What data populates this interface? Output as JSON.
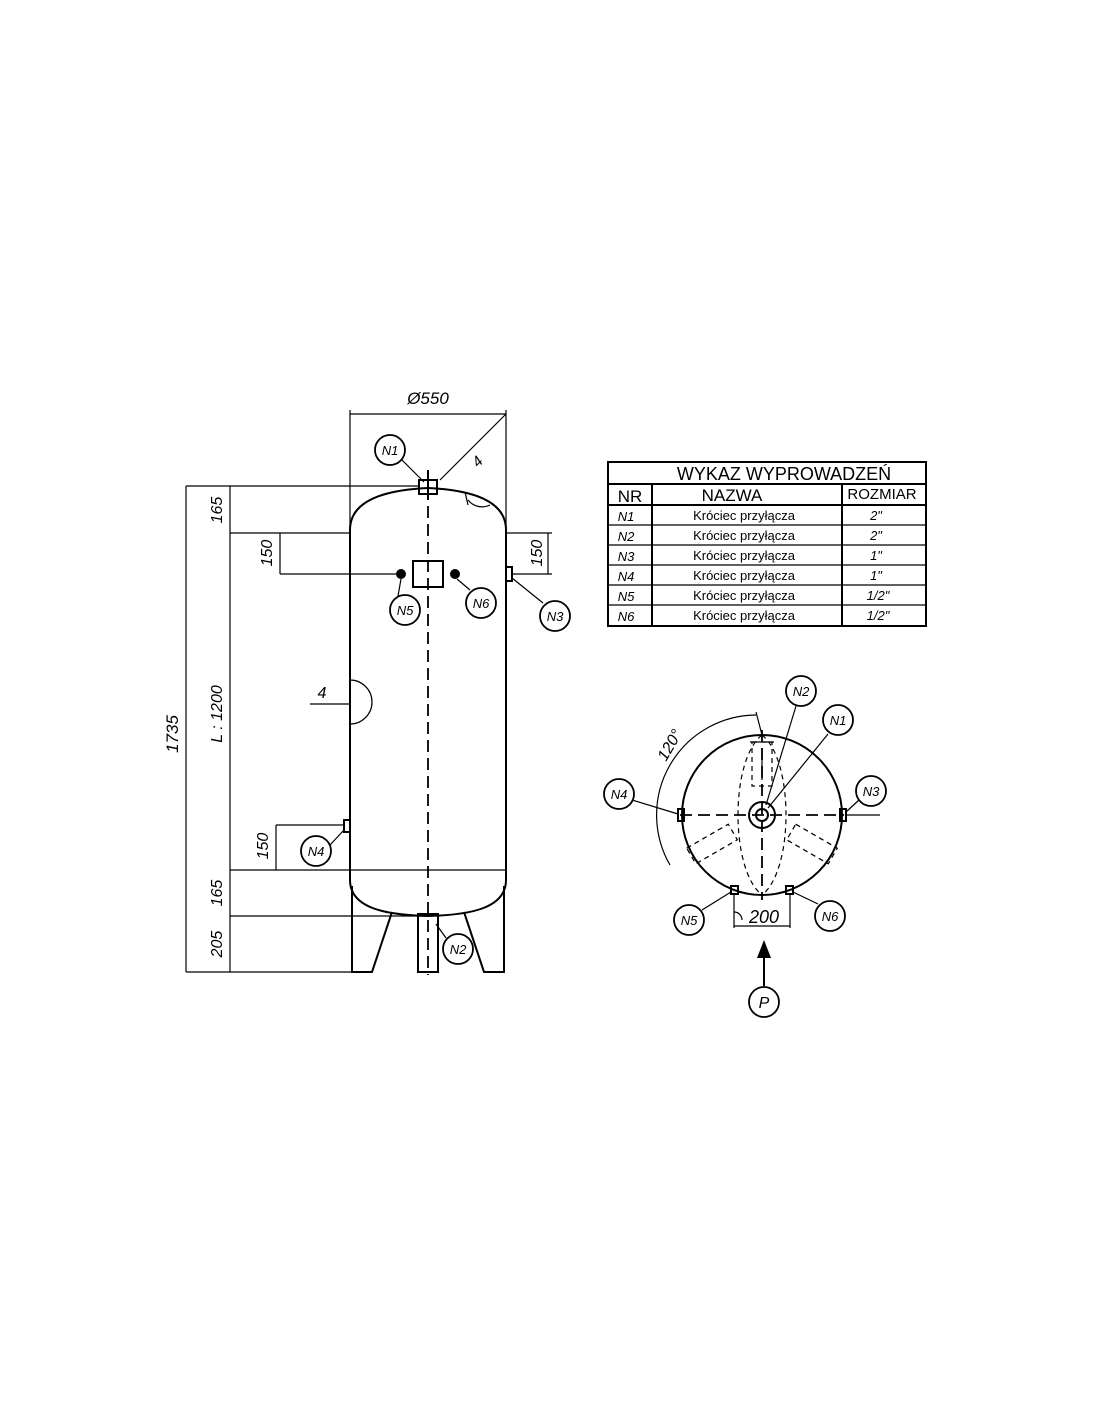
{
  "dimensions": {
    "diameter": "Ø550",
    "total_height": "1735",
    "length": "L : 1200",
    "top_head": "165",
    "bottom_head": "165",
    "legs": "205",
    "nozzle_offset_left": "150",
    "nozzle_offset_right": "150",
    "nozzle_offset_bottom": "150",
    "weld_top": "4",
    "weld_side": "4",
    "angle": "120°",
    "base_width": "200"
  },
  "table": {
    "title": "WYKAZ WYPROWADZEŃ",
    "headers": [
      "NR",
      "NAZWA",
      "ROZMIAR"
    ],
    "rows": [
      {
        "nr": "N1",
        "name": "Króciec przyłącza",
        "size": "2\""
      },
      {
        "nr": "N2",
        "name": "Króciec przyłącza",
        "size": "2\""
      },
      {
        "nr": "N3",
        "name": "Króciec przyłącza",
        "size": "1\""
      },
      {
        "nr": "N4",
        "name": "Króciec przyłącza",
        "size": "1\""
      },
      {
        "nr": "N5",
        "name": "Króciec przyłącza",
        "size": "1/2\""
      },
      {
        "nr": "N6",
        "name": "Króciec przyłącza",
        "size": "1/2\""
      }
    ]
  },
  "labels": {
    "n1": "N1",
    "n2": "N2",
    "n3": "N3",
    "n4": "N4",
    "n5": "N5",
    "n6": "N6",
    "view_arrow": "P"
  }
}
